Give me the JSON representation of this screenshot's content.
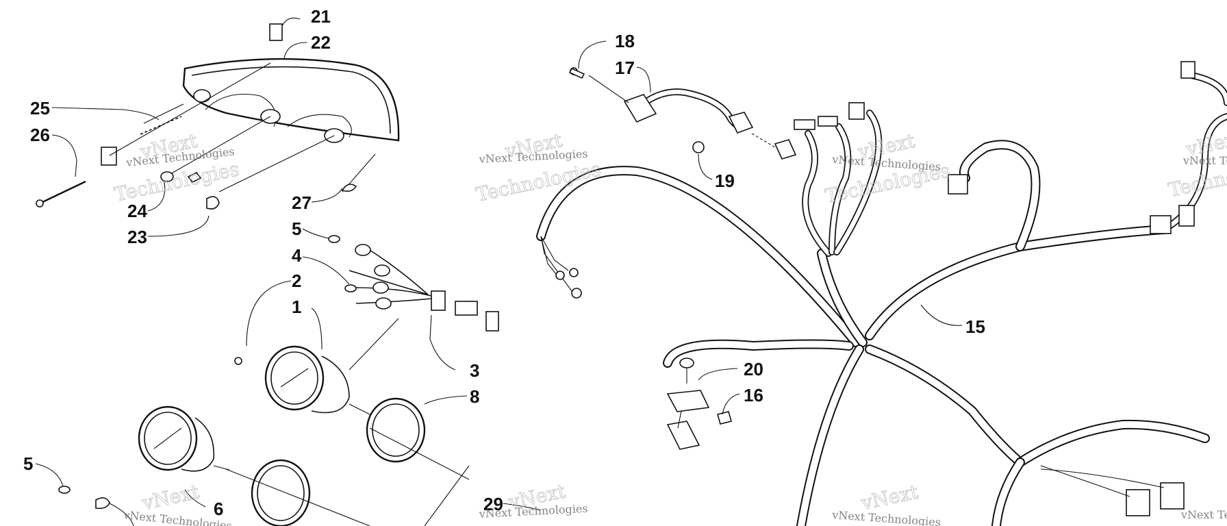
{
  "callouts": {
    "c1": "1",
    "c2": "2",
    "c3": "3",
    "c4": "4",
    "c5a": "5",
    "c5b": "5",
    "c6": "6",
    "c8": "8",
    "c15": "15",
    "c16": "16",
    "c17": "17",
    "c18": "18",
    "c19": "19",
    "c20": "20",
    "c21": "21",
    "c22": "22",
    "c23": "23",
    "c24": "24",
    "c25": "25",
    "c26": "26",
    "c27": "27",
    "c29": "29"
  },
  "watermarks": {
    "brand_line1": "vNext",
    "brand_line2": "Technologies",
    "small": "vNext Technologies"
  }
}
